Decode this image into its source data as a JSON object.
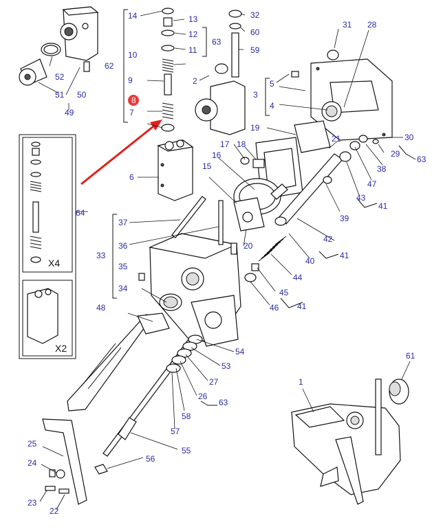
{
  "diagram": {
    "labels": {
      "l1": "1",
      "l2": "2",
      "l3": "3",
      "l4": "4",
      "l5": "5",
      "l6": "6",
      "l7": "7",
      "l8": "8",
      "l9": "9",
      "l10": "10",
      "l11": "11",
      "l12": "12",
      "l13": "13",
      "l14": "14",
      "l15": "15",
      "l16": "16",
      "l17": "17",
      "l18": "18",
      "l19": "19",
      "l20": "20",
      "l21": "21",
      "l22": "22",
      "l23": "23",
      "l24": "24",
      "l25": "25",
      "l26": "26",
      "l27": "27",
      "l28": "28",
      "l29": "29",
      "l30": "30",
      "l31": "31",
      "l32": "32",
      "l33": "33",
      "l34": "34",
      "l35": "35",
      "l36": "36",
      "l37": "37",
      "l38": "38",
      "l39": "39",
      "l40": "40",
      "l41a": "41",
      "l41b": "41",
      "l41c": "41",
      "l42": "42",
      "l43": "43",
      "l44": "44",
      "l45": "45",
      "l46": "46",
      "l47": "47",
      "l48": "48",
      "l49": "49",
      "l50": "50",
      "l51": "51",
      "l52": "52",
      "l53": "53",
      "l54": "54",
      "l55": "55",
      "l56": "56",
      "l57": "57",
      "l58": "58",
      "l59": "59",
      "l60": "60",
      "l61": "61",
      "l62": "62",
      "l63a": "63",
      "l63b": "63",
      "l63c": "63",
      "l64": "64"
    },
    "inset_x4": "X4",
    "inset_x2": "X2",
    "highlight_color": "#e8393a",
    "arrow_color": "#e0201a",
    "label_color": "#2a2aa8"
  }
}
